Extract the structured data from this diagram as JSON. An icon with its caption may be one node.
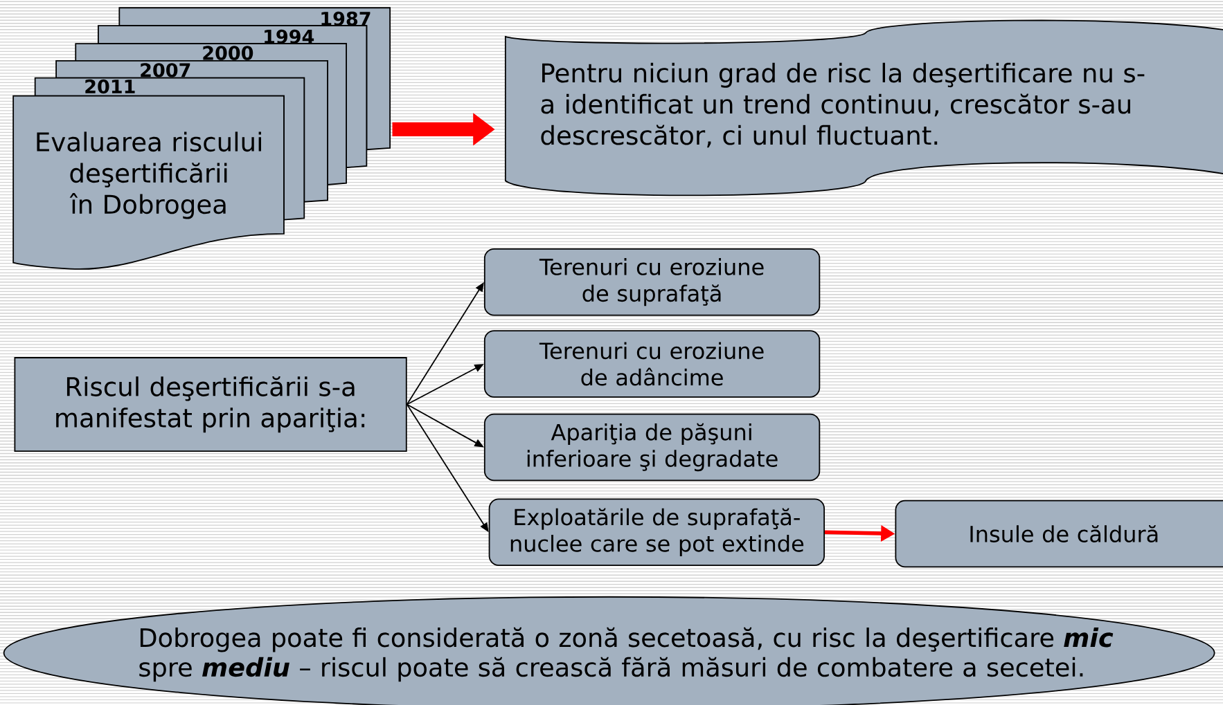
{
  "diagram": {
    "nodes": [
      {
        "text": [
          "1987"
        ]
      },
      {
        "text": [
          "1994"
        ]
      },
      {
        "text": [
          "2000"
        ]
      },
      {
        "text": [
          "2007"
        ]
      },
      {
        "text": [
          "2011"
        ]
      },
      {
        "text": [
          "Evaluarea riscului deşertificării în Dobrogea"
        ]
      },
      {
        "text": [
          "Pentru niciun grad de risc la deşertificare nu s-a identificat un trend continuu, crescător s-au descrescător, ci unul fluctuant."
        ]
      },
      {
        "text": [
          "Riscul deşertificării s-a manifestat prin apariţia:"
        ]
      },
      {
        "text": [
          "Terenuri cu eroziune de suprafaţă"
        ]
      },
      {
        "text": [
          "Terenuri cu eroziune de adâncime"
        ]
      },
      {
        "text": [
          "Apariţia de păşuni inferioare şi degradate"
        ]
      },
      {
        "text": [
          "Exploatările de suprafaţă- nuclee care se pot extinde"
        ]
      },
      {
        "text": [
          "Insule de căldură"
        ]
      },
      {
        "text": [
          "Dobrogea poate fi considerată o zonă secetoasă, cu risc la deşertificare **mic** spre **mediu** – riscul poate să crească fără măsuri de combatere a secetei."
        ]
      }
    ],
    "edges": [
      {
        "from": 0,
        "to": 6,
        "arrow": "to",
        "style": "thick",
        "color": "#ff0000"
      },
      {
        "from": 7,
        "to": 8,
        "arrow": "to"
      },
      {
        "from": 7,
        "to": 9,
        "arrow": "to"
      },
      {
        "from": 7,
        "to": 10,
        "arrow": "to"
      },
      {
        "from": 7,
        "to": 11,
        "arrow": "to"
      },
      {
        "from": 11,
        "to": 12,
        "arrow": "to",
        "style": "thick",
        "color": "#ff0000"
      }
    ]
  }
}
